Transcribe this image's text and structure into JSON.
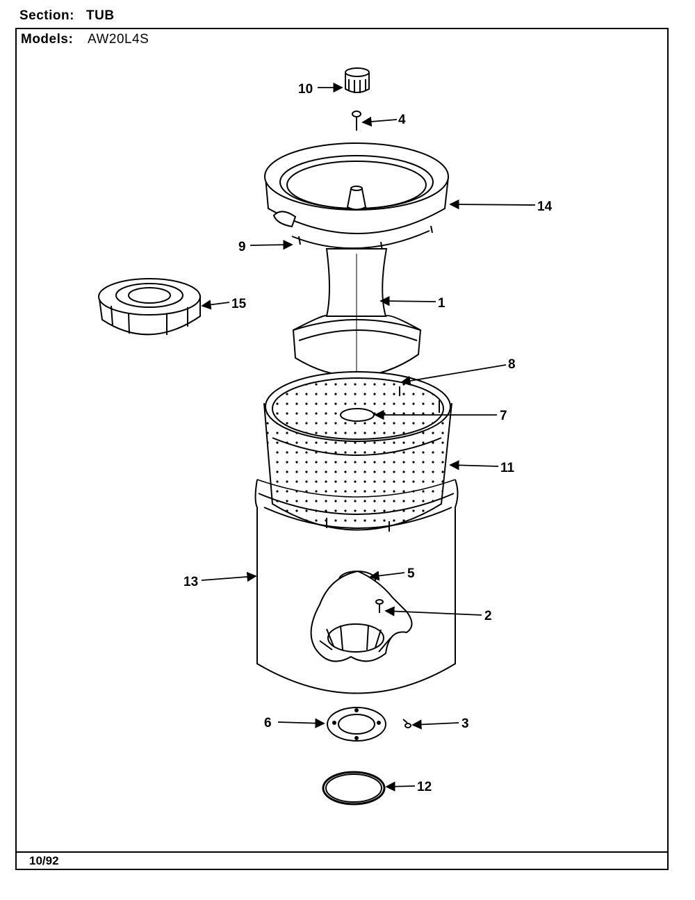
{
  "header": {
    "section_label": "Section:",
    "section_value": "TUB",
    "models_label": "Models:",
    "models_value": "AW20L4S"
  },
  "footer": {
    "date": "10/92"
  },
  "callouts": {
    "c1": "1",
    "c2": "2",
    "c3": "3",
    "c4": "4",
    "c5": "5",
    "c6": "6",
    "c7": "7",
    "c8": "8",
    "c9": "9",
    "c10": "10",
    "c11": "11",
    "c12": "12",
    "c13": "13",
    "c14": "14",
    "c15": "15"
  }
}
